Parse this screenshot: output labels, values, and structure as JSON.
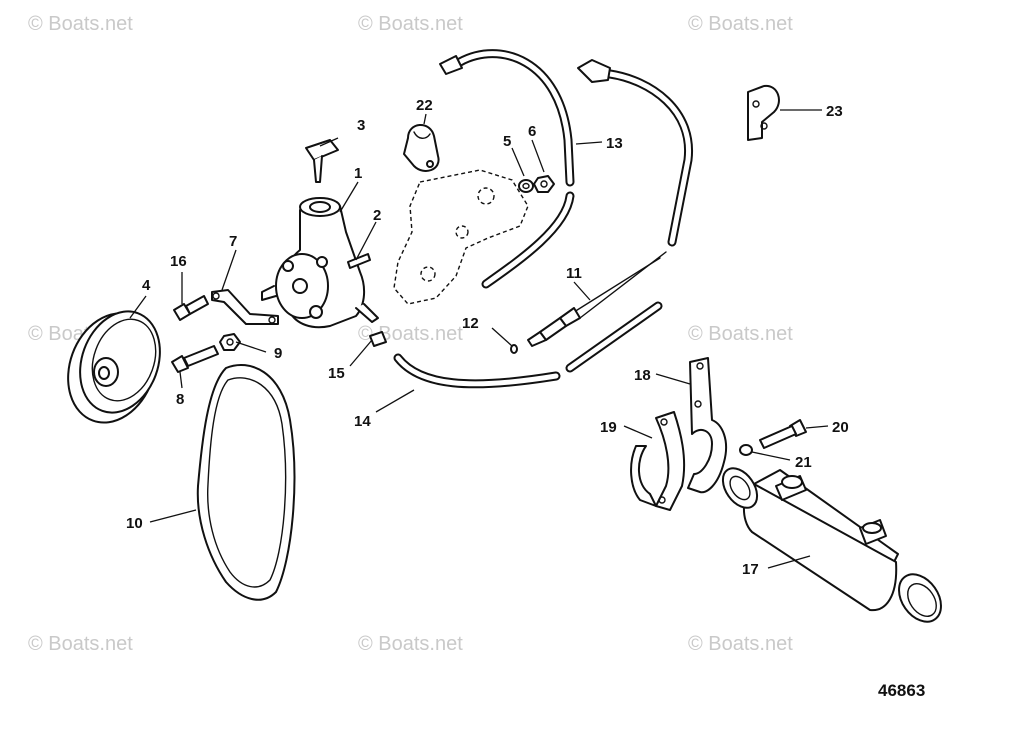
{
  "watermark": "© Boats.net",
  "diagram_number": "46863",
  "callouts": [
    "1",
    "2",
    "3",
    "4",
    "5",
    "6",
    "7",
    "8",
    "9",
    "10",
    "11",
    "12",
    "13",
    "14",
    "15",
    "16",
    "17",
    "18",
    "19",
    "20",
    "21",
    "22",
    "23"
  ]
}
